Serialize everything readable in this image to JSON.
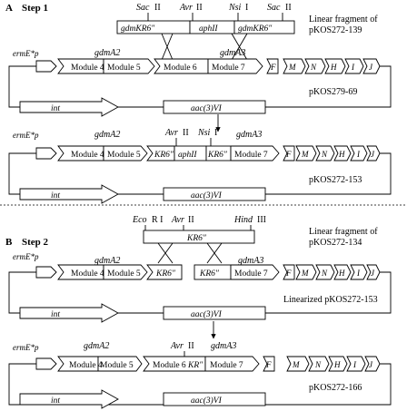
{
  "panel_a": {
    "letter": "A",
    "step": "Step 1",
    "fragment": {
      "sites": [
        "Sac",
        "II",
        "Avr",
        "II",
        "Nsi",
        "I",
        "Sac",
        "II"
      ],
      "left": "gdmKR6",
      "mid": "aphII",
      "right": "gdmKR6",
      "caption1": "Linear fragment of",
      "caption2": "pKOS272-139"
    },
    "plasmid1": {
      "promoter": "ermE",
      "promoter_suffix": "*p",
      "gene_left": "gdmA2",
      "gene_right": "gdmA3",
      "modules": [
        "Module 4",
        "Module 5",
        "Module 6",
        "Module 7"
      ],
      "cluster": [
        "F",
        "M",
        "N",
        "H",
        "I",
        "J"
      ],
      "int": "int",
      "aac": "aac(3)VI",
      "name": "pKOS279-69"
    },
    "plasmid2": {
      "promoter": "ermE",
      "promoter_suffix": "*p",
      "gene_left": "gdmA2",
      "gene_right": "gdmA3",
      "sites": [
        "Avr",
        "II",
        "Nsi",
        "I"
      ],
      "modules": [
        "Module 4",
        "Module 5",
        "KR6",
        "aphII",
        "KR6",
        "Module 7"
      ],
      "cluster": [
        "F",
        "M",
        "N",
        "H",
        "I",
        "J"
      ],
      "int": "int",
      "aac": "aac(3)VI",
      "name": "pKOS272-153"
    }
  },
  "panel_b": {
    "letter": "B",
    "step": "Step 2",
    "fragment": {
      "sites": [
        "Eco",
        "R I",
        "Avr",
        "II",
        "Hind",
        "III"
      ],
      "label": "KR6",
      "caption1": "Linear fragment of",
      "caption2": "pKOS272-134"
    },
    "plasmid1": {
      "promoter": "ermE",
      "promoter_suffix": "*p",
      "gene_left": "gdmA2",
      "gene_right": "gdmA3",
      "modules": [
        "Module 4",
        "Module 5",
        "KR6",
        "KR6",
        "Module 7"
      ],
      "cluster": [
        "F",
        "M",
        "N",
        "H",
        "I",
        "J"
      ],
      "int": "int",
      "aac": "aac(3)VI",
      "name": "Linearized pKOS272-153"
    },
    "plasmid2": {
      "promoter": "ermE",
      "promoter_suffix": "*p",
      "gene_left": "gdmA2",
      "gene_right": "gdmA3",
      "sites": [
        "Avr",
        "II"
      ],
      "modules": [
        "Module 4",
        "Module 5",
        "Module 6",
        "KR",
        "Module 7"
      ],
      "cluster": [
        "F",
        "M",
        "N",
        "H",
        "I",
        "J"
      ],
      "int": "int",
      "aac": "aac(3)VI",
      "name": "pKOS272-166"
    }
  },
  "primes": [
    "″"
  ]
}
